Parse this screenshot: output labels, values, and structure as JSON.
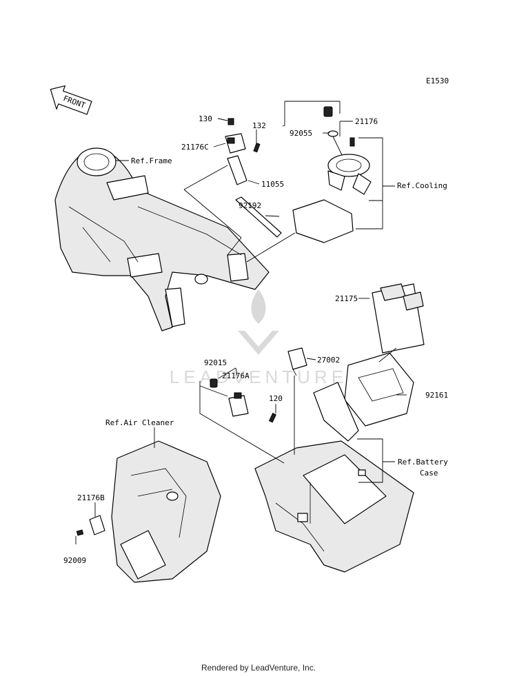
{
  "diagram_code": "E1530",
  "front_label": "FRONT",
  "watermark": "LEADVENTURE",
  "footer": "Rendered by LeadVenture, Inc.",
  "labels": {
    "p130": "130",
    "p132": "132",
    "p21176C": "21176C",
    "p11055": "11055",
    "p92192": "92192",
    "ref_frame": "Ref.Frame",
    "p92055": "92055",
    "p21176": "21176",
    "ref_cooling": "Ref.Cooling",
    "p21175": "21175",
    "p27002": "27002",
    "p92015": "92015",
    "p21176A": "21176A",
    "p120": "120",
    "p92161": "92161",
    "ref_air_cleaner": "Ref.Air Cleaner",
    "ref_battery_case_1": "Ref.Battery",
    "ref_battery_case_2": "Case",
    "p21176B": "21176B",
    "p92009": "92009"
  }
}
